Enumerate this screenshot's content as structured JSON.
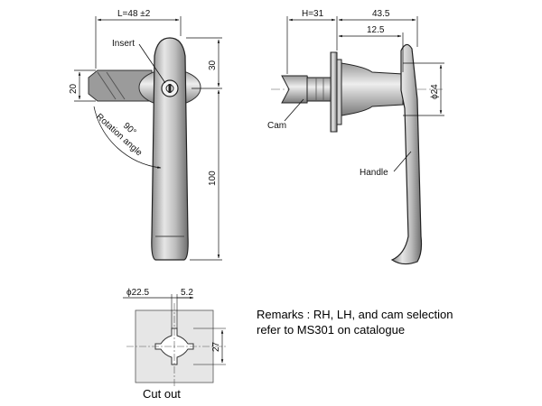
{
  "front_view": {
    "dim_length": "L=48 ±2",
    "dim_30": "30",
    "dim_20": "20",
    "dim_100": "100",
    "angle": "90°",
    "rotation_label": "Rotation angle",
    "insert_label": "Insert"
  },
  "side_view": {
    "dim_h": "H=31",
    "dim_43_5": "43.5",
    "dim_12_5": "12.5",
    "dim_dia24": "ϕ24",
    "cam_label": "Cam",
    "handle_label": "Handle"
  },
  "cutout": {
    "dim_dia": "ϕ22.5",
    "dim_5_2": "5.2",
    "dim_27": "27",
    "caption": "Cut out"
  },
  "remarks": {
    "line1": "Remarks :  RH, LH, and cam selection",
    "line2": "refer to MS301 on catalogue"
  }
}
